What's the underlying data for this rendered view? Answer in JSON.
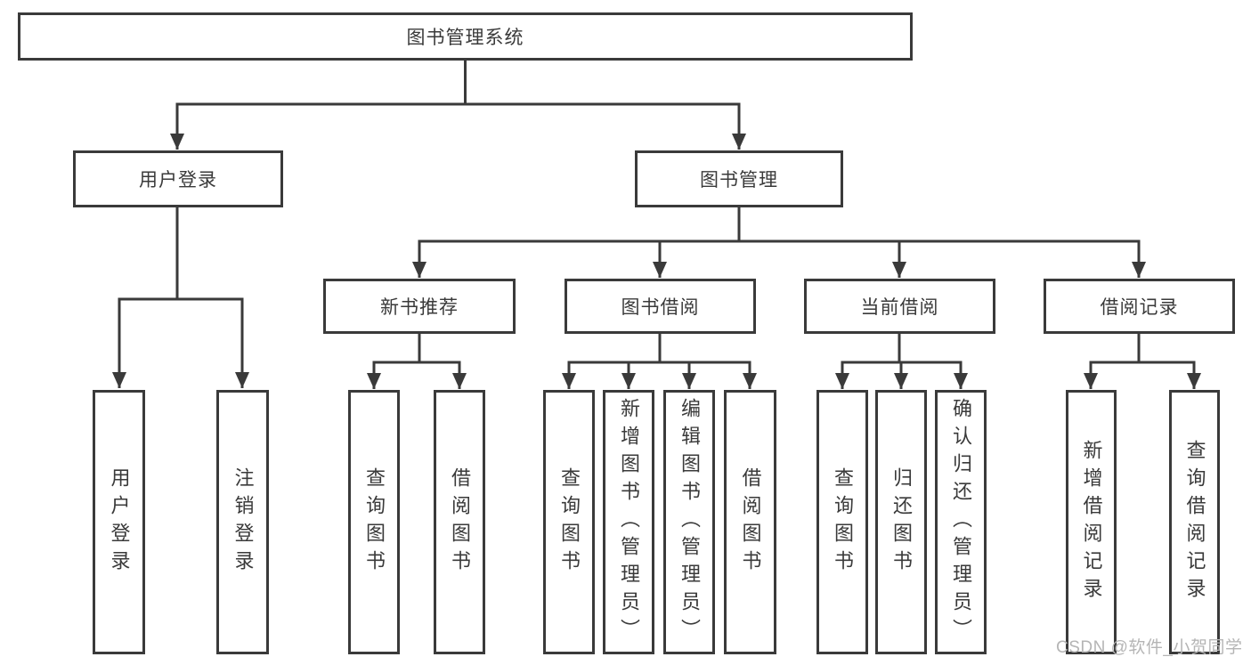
{
  "tree": {
    "root": "图书管理系统",
    "children": [
      {
        "label": "用户登录",
        "children": [
          "用户登录",
          "注销登录"
        ]
      },
      {
        "label": "图书管理",
        "children": [
          {
            "label": "新书推荐",
            "children": [
              "查询图书",
              "借阅图书"
            ]
          },
          {
            "label": "图书借阅",
            "children": [
              "查询图书",
              "新增图书（管理员）",
              "编辑图书（管理员）",
              "借阅图书"
            ]
          },
          {
            "label": "当前借阅",
            "children": [
              "查询图书",
              "归还图书",
              "确认归还（管理员）"
            ]
          },
          {
            "label": "借阅记录",
            "children": [
              "新增借阅记录",
              "查询借阅记录"
            ]
          }
        ]
      }
    ]
  },
  "watermark": {
    "text": "CSDN @软件_小贺同学"
  },
  "colors": {
    "line": "#3a3a3a",
    "text": "#3a3a3a",
    "background": "#ffffff",
    "watermark": "#b5b5b5"
  }
}
